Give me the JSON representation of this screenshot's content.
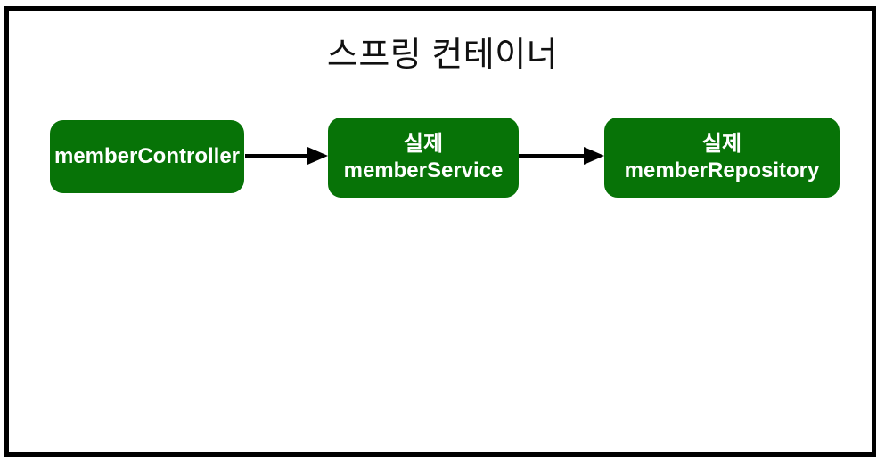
{
  "diagram": {
    "title": "스프링 컨테이너",
    "nodes": {
      "controller": {
        "label": "memberController"
      },
      "service": {
        "line1": "실제",
        "line2": "memberService"
      },
      "repository": {
        "line1": "실제",
        "line2": "memberRepository"
      }
    },
    "connectors": [
      {
        "from": "memberController",
        "to": "memberService"
      },
      {
        "from": "memberService",
        "to": "memberRepository"
      }
    ],
    "colors": {
      "node_background": "#077307",
      "node_text": "#ffffff",
      "frame_border": "#000000",
      "arrow": "#000000",
      "background": "#ffffff"
    }
  }
}
